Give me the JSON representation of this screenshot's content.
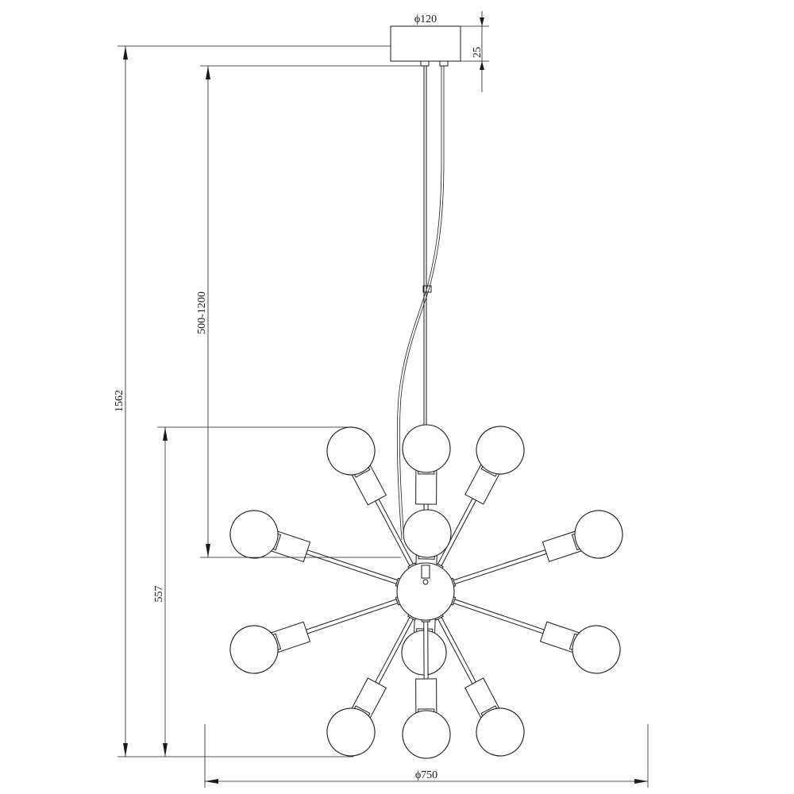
{
  "drawing": {
    "subject": "pendant-sputnik-lamp",
    "colors": {
      "line": "#1a1a1a",
      "background": "#ffffff"
    },
    "dimensions": {
      "canopy_diameter": "ϕ120",
      "canopy_height": "25",
      "cable_length": "500-1200",
      "total_height": "1562",
      "fixture_height": "557",
      "fixture_diameter": "ϕ750"
    },
    "arms": [
      {
        "name": "arm-top-left"
      },
      {
        "name": "arm-top"
      },
      {
        "name": "arm-top-right"
      },
      {
        "name": "arm-upper-left"
      },
      {
        "name": "arm-front-center"
      },
      {
        "name": "arm-upper-right"
      },
      {
        "name": "arm-lower-left"
      },
      {
        "name": "arm-back-center"
      },
      {
        "name": "arm-lower-right"
      },
      {
        "name": "arm-bottom-left"
      },
      {
        "name": "arm-bottom"
      },
      {
        "name": "arm-bottom-right"
      }
    ]
  }
}
